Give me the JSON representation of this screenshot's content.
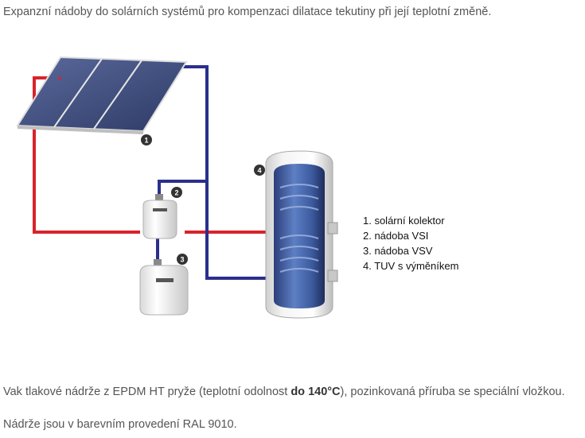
{
  "intro": "Expanzní nádoby do solárních systémů pro kompenzaci dilatace tekutiny při její teplotní změně.",
  "material": {
    "before": "Vak tlakové nádrže z EPDM HT pryže (teplotní odolnost ",
    "bold": "do 140°C",
    "after": "), pozinkovaná příruba se speciální vložkou."
  },
  "color_note": "Nádrže jsou v barevním provedení RAL 9010.",
  "diagram": {
    "badges": [
      "1",
      "2",
      "3",
      "4"
    ],
    "legend": [
      "1. solární kolektor",
      "2. nádoba VSI",
      "3. nádoba VSV",
      "4. TUV s výměníkem"
    ],
    "colors": {
      "hot_pipe": "#d8232a",
      "cold_pipe": "#2b2f8c",
      "collector": "#3d4b7d",
      "tank_inner": "#3c5a9e",
      "badge": "#333333"
    }
  }
}
